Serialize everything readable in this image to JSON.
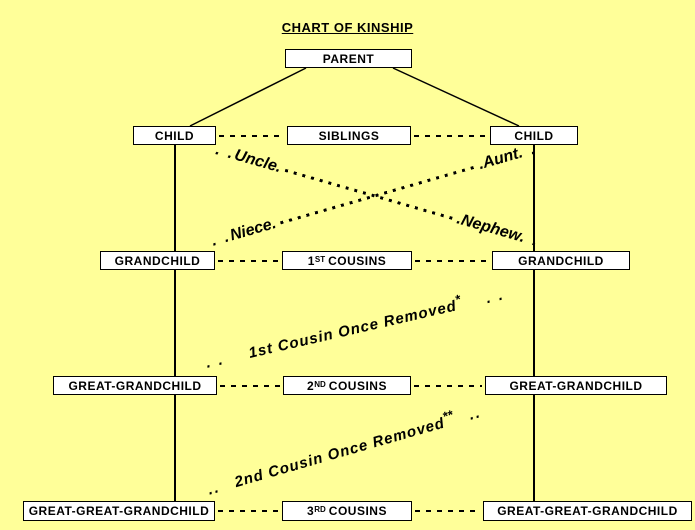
{
  "colors": {
    "background": "#FFFF99",
    "box_fill": "#FFFFFF",
    "line": "#000000",
    "text": "#000000"
  },
  "title": "CHART OF KINSHIP",
  "boxes": {
    "parent": "PARENT",
    "child_left": "CHILD",
    "siblings": "SIBLINGS",
    "child_right": "CHILD",
    "grandchild_left": "GRANDCHILD",
    "cousins_1": {
      "num": "1",
      "ord": "ST",
      "rest": "COUSINS"
    },
    "grandchild_right": "GRANDCHILD",
    "great_grandchild_left": "GREAT-GRANDCHILD",
    "cousins_2": {
      "num": "2",
      "ord": "ND",
      "rest": "COUSINS"
    },
    "great_grandchild_right": "GREAT-GRANDCHILD",
    "great_great_grandchild_left": "GREAT-GREAT-GRANDCHILD",
    "cousins_3": {
      "num": "3",
      "ord": "RD",
      "rest": "COUSINS"
    },
    "great_great_grandchild_right": "GREAT-GREAT-GRANDCHILD"
  },
  "relations": {
    "uncle_nephew": {
      "lead": ". .",
      "start": "Uncle.",
      "end": ".Nephew",
      "trail": ". ."
    },
    "niece_aunt": {
      "lead": ". .",
      "start": "Niece.",
      "end": ".Aunt",
      "trail": " . ."
    },
    "first_removed": {
      "lead": ". .",
      "text": "1st Cousin Once Removed",
      "marker": "*",
      "trail": ". ."
    },
    "second_removed": {
      "lead": "..",
      "text": "2nd Cousin Once Removed",
      "marker": "**",
      "trail": ".."
    }
  }
}
